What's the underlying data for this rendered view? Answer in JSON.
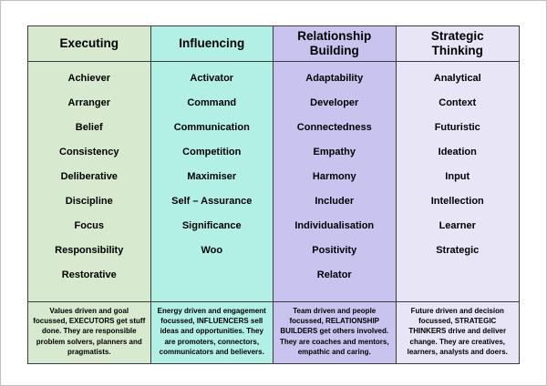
{
  "table": {
    "columns": [
      {
        "title": "Executing",
        "color": "#d7e9cf",
        "items": [
          "Achiever",
          "Arranger",
          "Belief",
          "Consistency",
          "Deliberative",
          "Discipline",
          "Focus",
          "Responsibility",
          "Restorative"
        ],
        "description": "Values driven and goal focussed, EXECUTORS get stuff done. They are responsible problem solvers, planners and pragmatists."
      },
      {
        "title": "Influencing",
        "color": "#b2f0e6",
        "items": [
          "Activator",
          "Command",
          "Communication",
          "Competition",
          "Maximiser",
          "Self – Assurance",
          "Significance",
          "Woo"
        ],
        "description": "Energy driven and engagement focussed, INFLUENCERS sell ideas and opportunities. They are promoters, connectors, communicators and believers."
      },
      {
        "title": "Relationship Building",
        "color": "#c8c4ef",
        "items": [
          "Adaptability",
          "Developer",
          "Connectedness",
          "Empathy",
          "Harmony",
          "Includer",
          "Individualisation",
          "Positivity",
          "Relator"
        ],
        "description": "Team driven and people focussed, RELATIONSHIP BUILDERS get others involved. They are coaches and mentors, empathic and caring."
      },
      {
        "title": "Strategic Thinking",
        "color": "#e7e5f6",
        "items": [
          "Analytical",
          "Context",
          "Futuristic",
          "Ideation",
          "Input",
          "Intellection",
          "Learner",
          "Strategic"
        ],
        "description": "Future driven and decision focussed, STRATEGIC THINKERS drive and deliver change. They are creatives, learners, analysts and doers."
      }
    ]
  }
}
